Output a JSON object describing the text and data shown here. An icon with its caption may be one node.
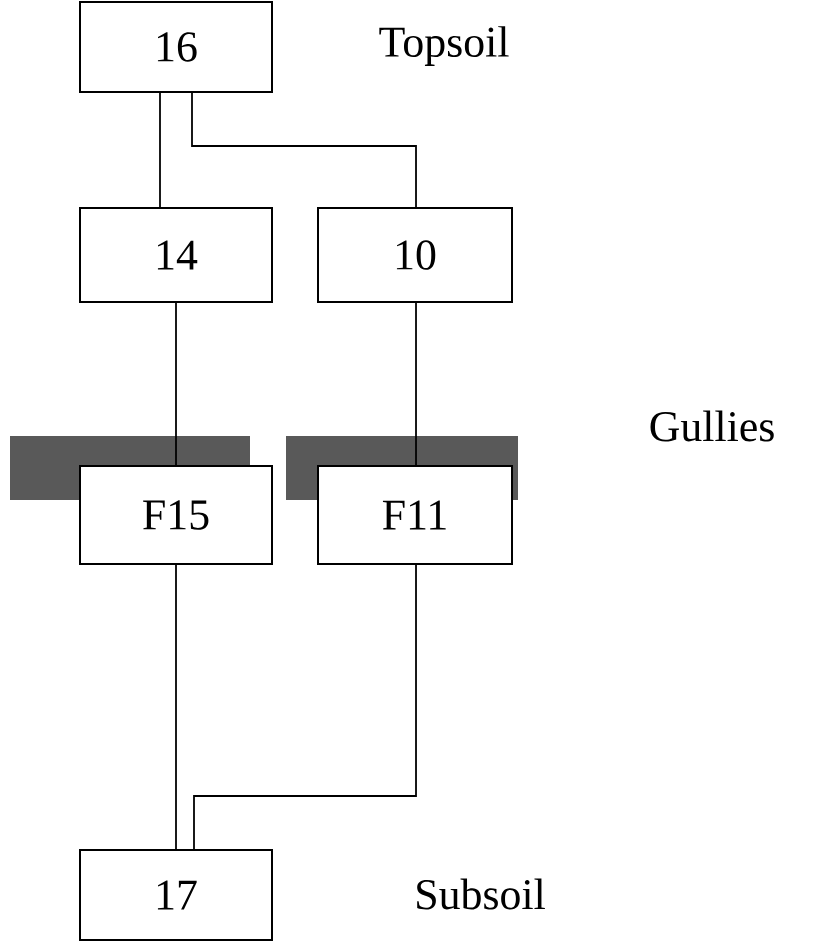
{
  "diagram": {
    "nodes": [
      {
        "text": [
          "16"
        ]
      },
      {
        "text": [
          "14"
        ]
      },
      {
        "text": [
          "10"
        ]
      },
      {
        "text": [
          "F15"
        ]
      },
      {
        "text": [
          "F11"
        ]
      },
      {
        "text": [
          "17"
        ]
      }
    ],
    "edges": [
      {
        "from": 0,
        "to": 1,
        "arrow": "none"
      },
      {
        "from": 0,
        "to": 2,
        "arrow": "none"
      },
      {
        "from": 1,
        "to": 3,
        "arrow": "none"
      },
      {
        "from": 2,
        "to": 4,
        "arrow": "none"
      },
      {
        "from": 3,
        "to": 5,
        "arrow": "none"
      },
      {
        "from": 4,
        "to": 5,
        "arrow": "none"
      }
    ],
    "labels": [
      "Topsoil",
      "Gullies",
      "Subsoil"
    ]
  }
}
